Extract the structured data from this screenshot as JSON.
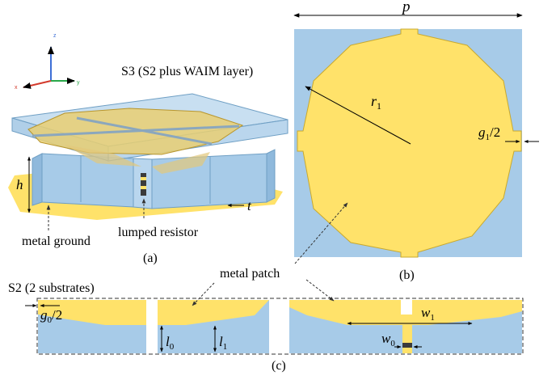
{
  "figure": {
    "panel_a": {
      "caption": "(a)",
      "title": "S3 (S2 plus WAIM layer)",
      "dim_h": "h",
      "dim_t": "t",
      "label_ground": "metal ground",
      "label_resistor": "lumped  resistor",
      "axes": {
        "z": "z",
        "x": "x",
        "y": "y"
      }
    },
    "panel_b": {
      "caption": "(b)",
      "dim_p": "p",
      "dim_r1": "r",
      "dim_r1_sub": "1",
      "dim_g1": "g",
      "dim_g1_sub": "1",
      "dim_g1_tail": "/2"
    },
    "panel_c": {
      "caption": "(c)",
      "title": "S2 (2 substrates)",
      "label_patch": "metal patch",
      "dim_g0": "g",
      "dim_g0_sub": "0",
      "dim_g0_tail": "/2",
      "dim_l0": "l",
      "dim_l0_sub": "0",
      "dim_l1": "l",
      "dim_l1_sub": "1",
      "dim_w1": "w",
      "dim_w1_sub": "1",
      "dim_w0": "w",
      "dim_w0_sub": "0"
    },
    "colors": {
      "substrate": "#a7cbe8",
      "patch": "#ffe26a",
      "patch_edge": "#c9a92e",
      "outline": "#6f9fc4",
      "resistor": "#3b3b3b",
      "axis_z": "#3d6fd6",
      "axis_y": "#2aa84a",
      "axis_x": "#d33a2c"
    }
  }
}
